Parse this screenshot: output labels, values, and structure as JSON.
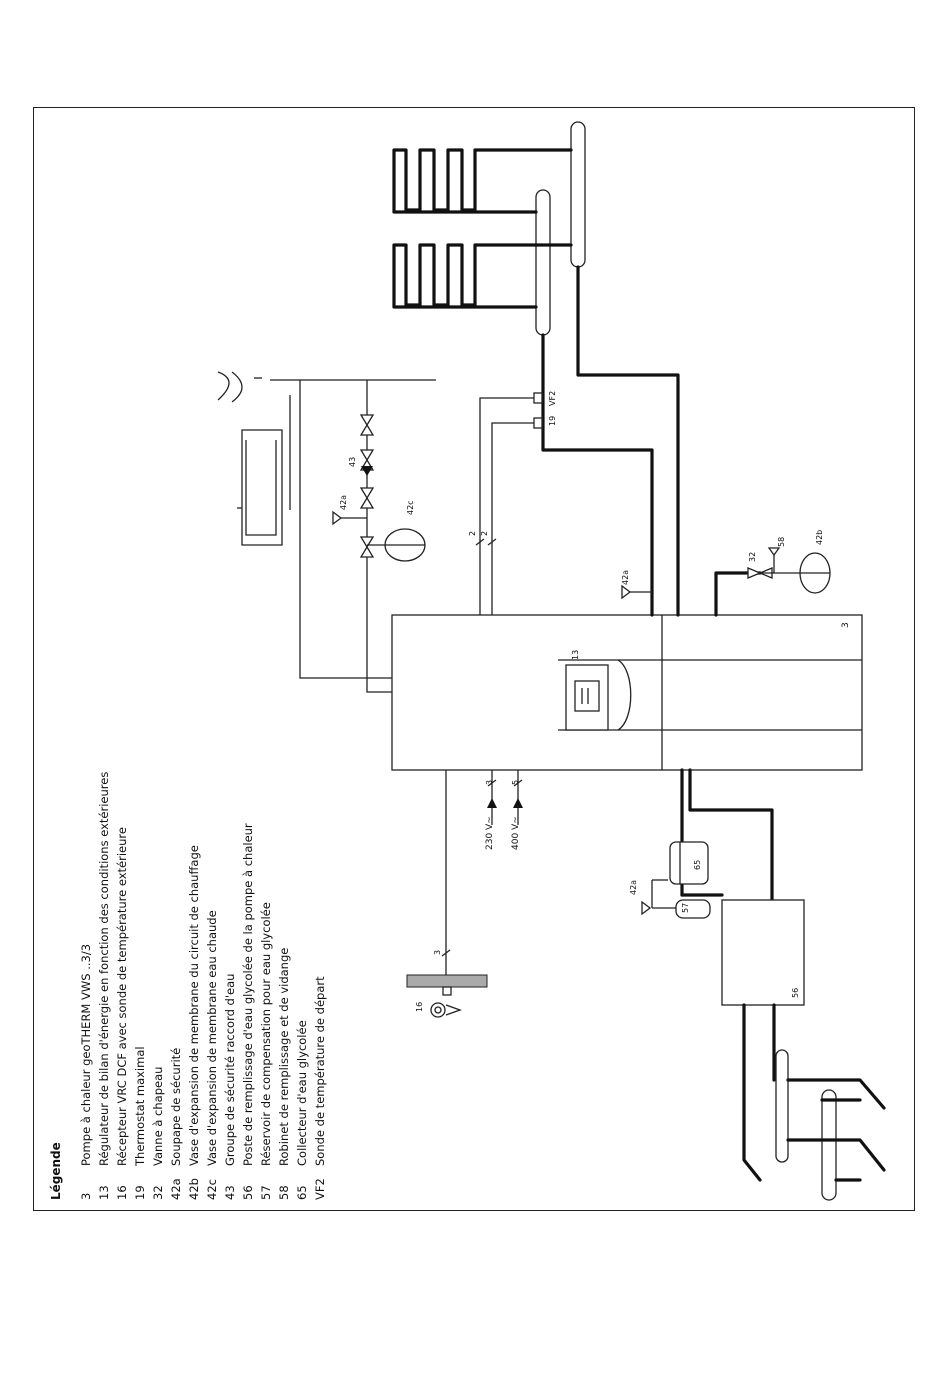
{
  "legend": {
    "title": "Légende",
    "items": [
      {
        "num": "3",
        "text": "Pompe à chaleur geoTHERM VWS ..3/3"
      },
      {
        "num": "13",
        "text": "Régulateur de bilan d'énergie en fonction des conditions extérieures"
      },
      {
        "num": "16",
        "text": "Récepteur VRC DCF avec sonde de température extérieure"
      },
      {
        "num": "19",
        "text": "Thermostat maximal"
      },
      {
        "num": "32",
        "text": "Vanne à chapeau"
      },
      {
        "num": "42a",
        "text": "Soupape de sécurité"
      },
      {
        "num": "42b",
        "text": "Vase d'expansion de membrane du circuit de chauffage"
      },
      {
        "num": "42c",
        "text": "Vase d'expansion de membrane eau chaude"
      },
      {
        "num": "43",
        "text": "Groupe de sécurité raccord d'eau"
      },
      {
        "num": "56",
        "text": "Poste de remplissage d'eau glycolée de la pompe à chaleur"
      },
      {
        "num": "57",
        "text": "Réservoir de compensation pour eau glycolée"
      },
      {
        "num": "58",
        "text": "Robinet de remplissage et de vidange"
      },
      {
        "num": "65",
        "text": "Collecteur d'eau glycolée"
      },
      {
        "num": "VF2",
        "text": "Sonde de température de départ"
      }
    ]
  },
  "diagram": {
    "labels": {
      "heat_pump": "3",
      "controller": "13",
      "receiver": "16",
      "max_thermostat": "19",
      "flow_sensor": "VF2",
      "valve_32": "32",
      "valve_42a_top": "42a",
      "valve_42a_mid": "42a",
      "valve_42a_bottom": "42a",
      "vessel_42b": "42b",
      "vessel_42c": "42c",
      "group_43": "43",
      "station_56": "56",
      "tank_57": "57",
      "tap_58": "58",
      "collector_65": "65",
      "cable_sensor": "3",
      "cable_230": "3",
      "cable_400": "5",
      "cable_19": "2",
      "cable_vf2": "2",
      "supply_230": "230 V~",
      "supply_400": "400 V~"
    }
  }
}
